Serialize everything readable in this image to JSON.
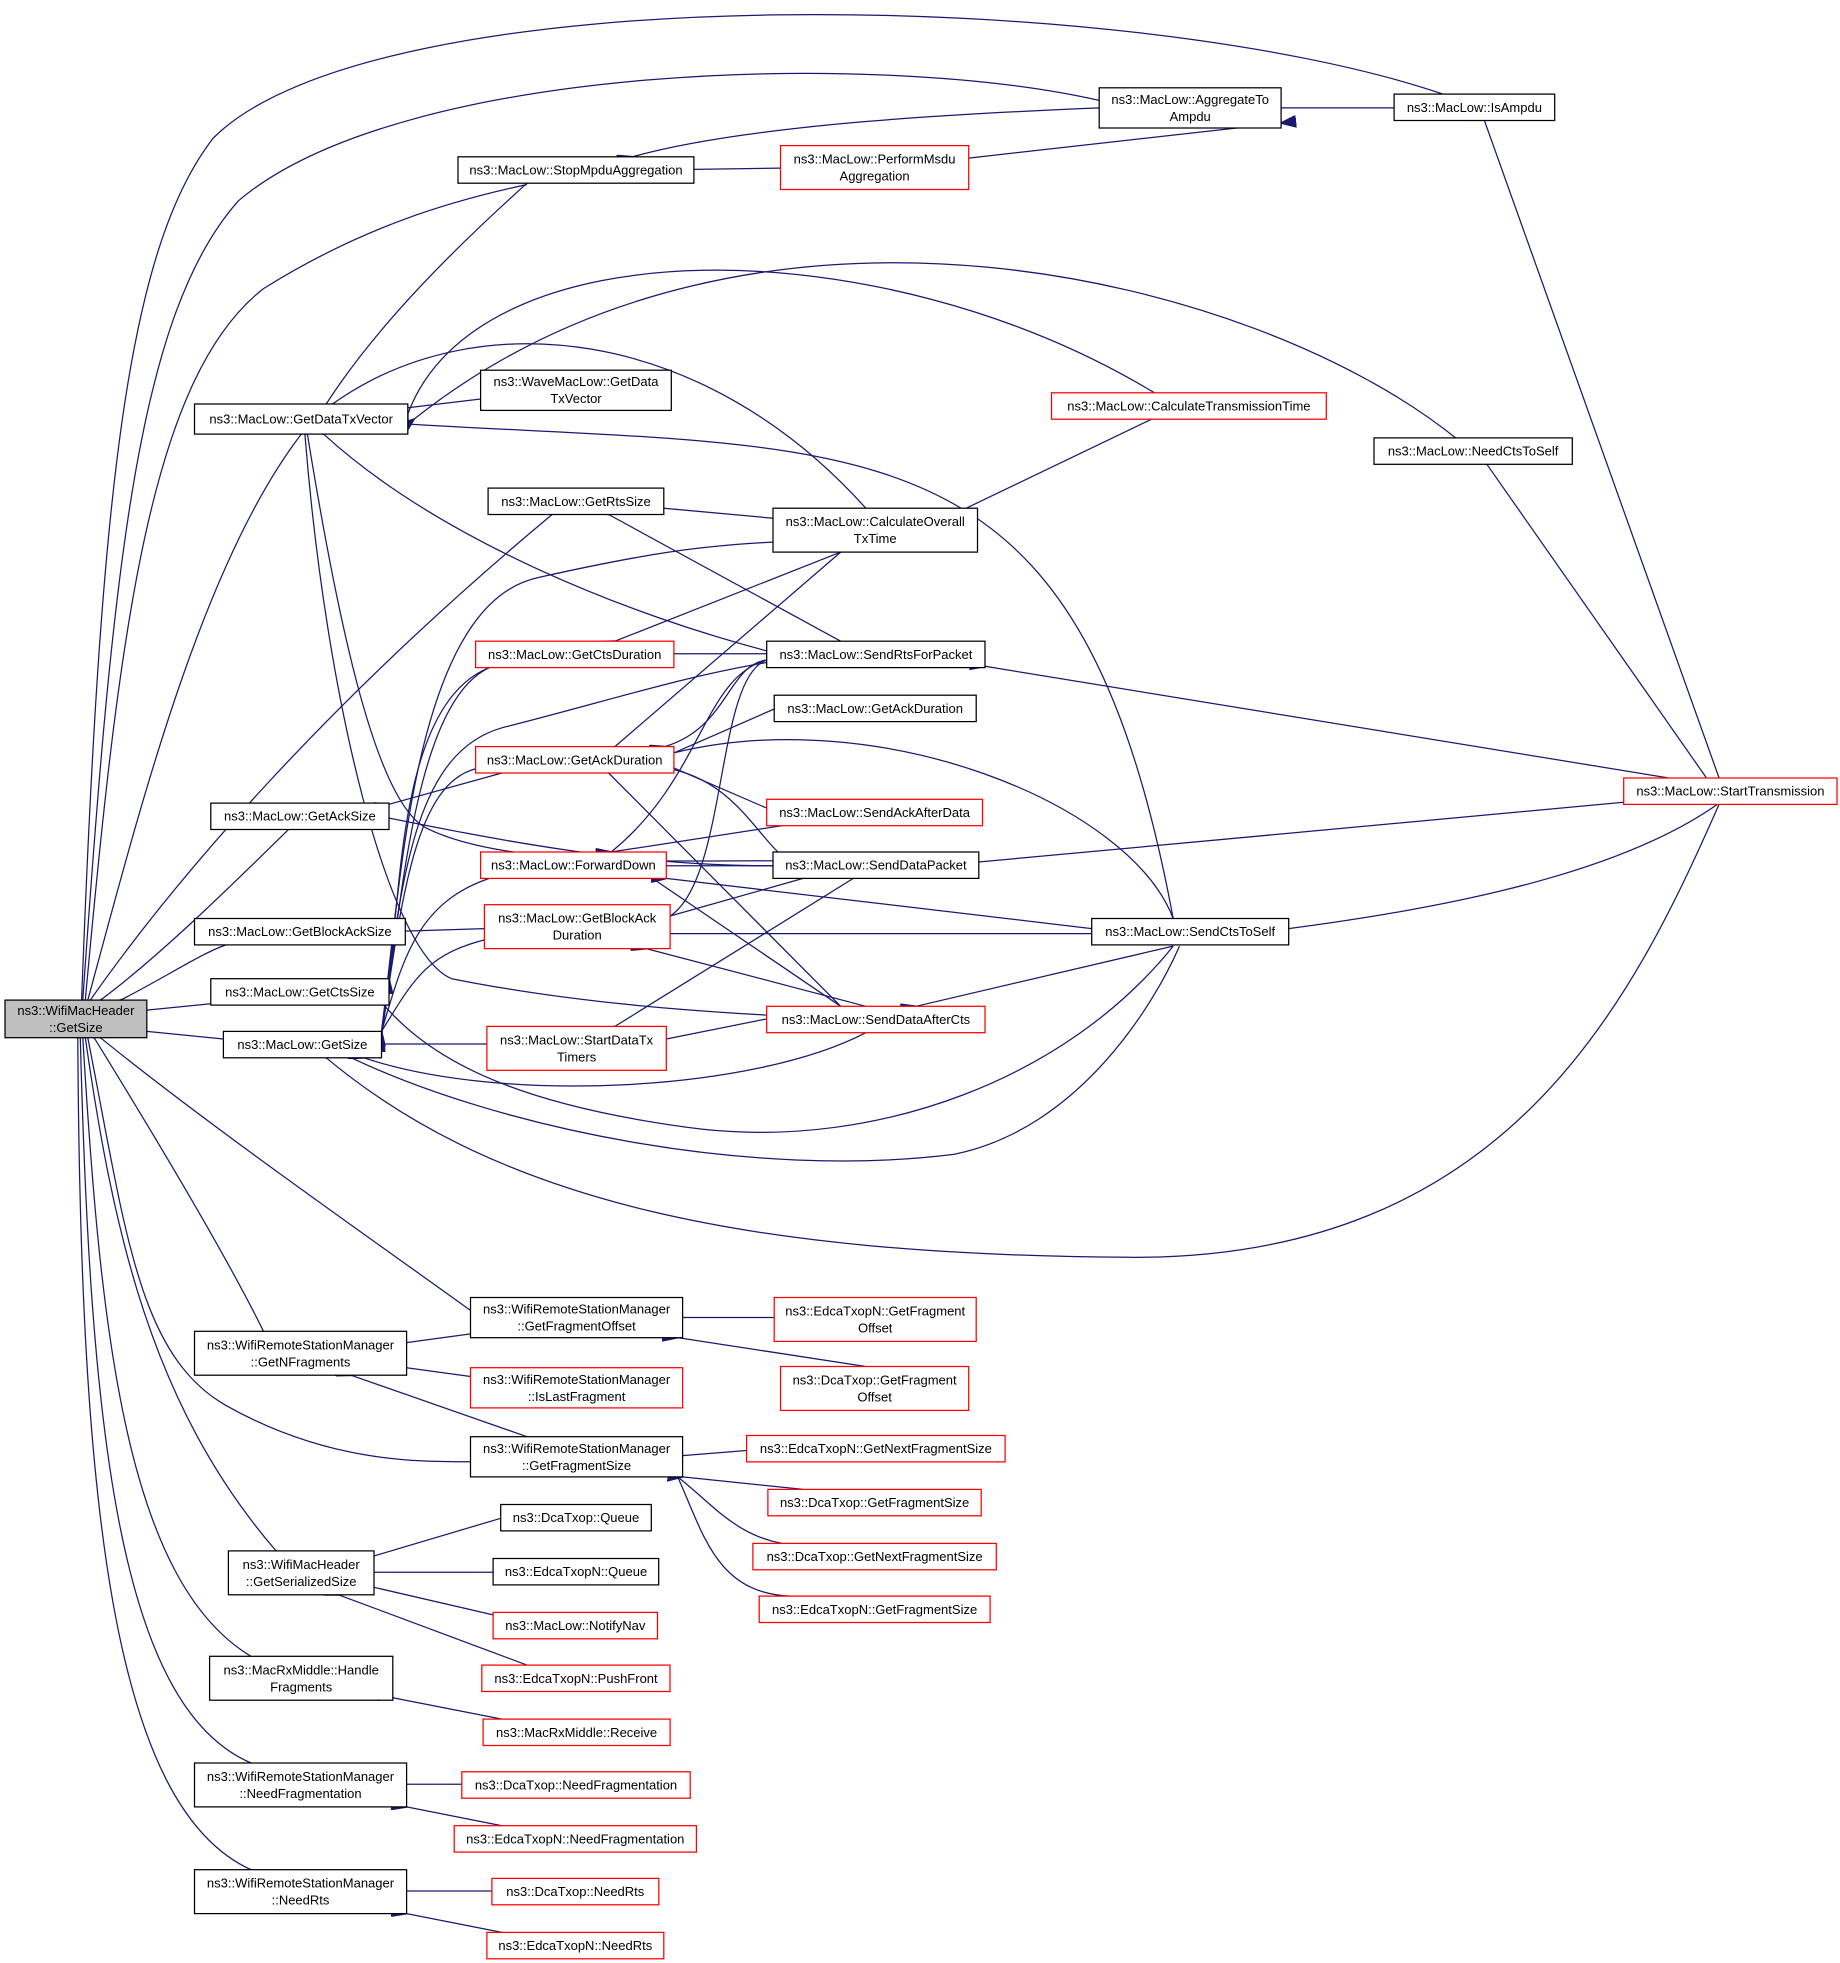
{
  "colors": {
    "edge": "#191970",
    "node_border": "#000000",
    "node_border_truncated": "#ff0000",
    "root_fill": "#bfbfbf"
  },
  "nodes": [
    {
      "id": "root",
      "lines": [
        "ns3::WifiMacHeader",
        "::GetSize"
      ],
      "style": "root"
    },
    {
      "id": "isampdu",
      "lines": [
        "ns3::MacLow::IsAmpdu"
      ],
      "style": "normal"
    },
    {
      "id": "aggregate",
      "lines": [
        "ns3::MacLow::AggregateTo",
        "Ampdu"
      ],
      "style": "normal"
    },
    {
      "id": "performmsdu",
      "lines": [
        "ns3::MacLow::PerformMsdu",
        "Aggregation"
      ],
      "style": "red"
    },
    {
      "id": "stopmpdu",
      "lines": [
        "ns3::MacLow::StopMpduAggregation"
      ],
      "style": "normal"
    },
    {
      "id": "wavetxvector",
      "lines": [
        "ns3::WaveMacLow::GetData",
        "TxVector"
      ],
      "style": "normal"
    },
    {
      "id": "getdatatxvector",
      "lines": [
        "ns3::MacLow::GetDataTxVector"
      ],
      "style": "normal"
    },
    {
      "id": "calctxtime",
      "lines": [
        "ns3::MacLow::CalculateTransmissionTime"
      ],
      "style": "red"
    },
    {
      "id": "needctstoself",
      "lines": [
        "ns3::MacLow::NeedCtsToSelf"
      ],
      "style": "normal"
    },
    {
      "id": "getrtssize",
      "lines": [
        "ns3::MacLow::GetRtsSize"
      ],
      "style": "normal"
    },
    {
      "id": "calcoverall",
      "lines": [
        "ns3::MacLow::CalculateOverall",
        "TxTime"
      ],
      "style": "normal"
    },
    {
      "id": "getctsduration",
      "lines": [
        "ns3::MacLow::GetCtsDuration"
      ],
      "style": "red"
    },
    {
      "id": "sendrts",
      "lines": [
        "ns3::MacLow::SendRtsForPacket"
      ],
      "style": "normal"
    },
    {
      "id": "getackduration2",
      "lines": [
        "ns3::MacLow::GetAckDuration"
      ],
      "style": "normal"
    },
    {
      "id": "getackduration",
      "lines": [
        "ns3::MacLow::GetAckDuration"
      ],
      "style": "red"
    },
    {
      "id": "starttx",
      "lines": [
        "ns3::MacLow::StartTransmission"
      ],
      "style": "red"
    },
    {
      "id": "getacksize",
      "lines": [
        "ns3::MacLow::GetAckSize"
      ],
      "style": "normal"
    },
    {
      "id": "sendackafter",
      "lines": [
        "ns3::MacLow::SendAckAfterData"
      ],
      "style": "red"
    },
    {
      "id": "forwarddown",
      "lines": [
        "ns3::MacLow::ForwardDown"
      ],
      "style": "red"
    },
    {
      "id": "senddatapacket",
      "lines": [
        "ns3::MacLow::SendDataPacket"
      ],
      "style": "normal"
    },
    {
      "id": "getblockacksize",
      "lines": [
        "ns3::MacLow::GetBlockAckSize"
      ],
      "style": "normal"
    },
    {
      "id": "getblockackduration",
      "lines": [
        "ns3::MacLow::GetBlockAck",
        "Duration"
      ],
      "style": "red"
    },
    {
      "id": "sendctstoself",
      "lines": [
        "ns3::MacLow::SendCtsToSelf"
      ],
      "style": "normal"
    },
    {
      "id": "getctssize",
      "lines": [
        "ns3::MacLow::GetCtsSize"
      ],
      "style": "normal"
    },
    {
      "id": "senddataafterctsl",
      "lines": [
        "ns3::MacLow::SendDataAfterCts"
      ],
      "style": "red"
    },
    {
      "id": "getsize",
      "lines": [
        "ns3::MacLow::GetSize"
      ],
      "style": "normal"
    },
    {
      "id": "startdatatx",
      "lines": [
        "ns3::MacLow::StartDataTx",
        "Timers"
      ],
      "style": "red"
    },
    {
      "id": "getfragoffset",
      "lines": [
        "ns3::WifiRemoteStationManager",
        "::GetFragmentOffset"
      ],
      "style": "normal"
    },
    {
      "id": "edcafragoffset",
      "lines": [
        "ns3::EdcaTxopN::GetFragment",
        "Offset"
      ],
      "style": "red"
    },
    {
      "id": "getnfrag",
      "lines": [
        "ns3::WifiRemoteStationManager",
        "::GetNFragments"
      ],
      "style": "normal"
    },
    {
      "id": "islastfrag",
      "lines": [
        "ns3::WifiRemoteStationManager",
        "::IsLastFragment"
      ],
      "style": "red"
    },
    {
      "id": "dcafragoffset",
      "lines": [
        "ns3::DcaTxop::GetFragment",
        "Offset"
      ],
      "style": "red"
    },
    {
      "id": "getfragsize",
      "lines": [
        "ns3::WifiRemoteStationManager",
        "::GetFragmentSize"
      ],
      "style": "normal"
    },
    {
      "id": "edcanextfragsize",
      "lines": [
        "ns3::EdcaTxopN::GetNextFragmentSize"
      ],
      "style": "red"
    },
    {
      "id": "dcafragsize",
      "lines": [
        "ns3::DcaTxop::GetFragmentSize"
      ],
      "style": "red"
    },
    {
      "id": "dcanextfragsize",
      "lines": [
        "ns3::DcaTxop::GetNextFragmentSize"
      ],
      "style": "red"
    },
    {
      "id": "edcafragsize",
      "lines": [
        "ns3::EdcaTxopN::GetFragmentSize"
      ],
      "style": "red"
    },
    {
      "id": "dcaqueue",
      "lines": [
        "ns3::DcaTxop::Queue"
      ],
      "style": "normal"
    },
    {
      "id": "serialsize",
      "lines": [
        "ns3::WifiMacHeader",
        "::GetSerializedSize"
      ],
      "style": "normal"
    },
    {
      "id": "edcaqueue",
      "lines": [
        "ns3::EdcaTxopN::Queue"
      ],
      "style": "normal"
    },
    {
      "id": "notifynav",
      "lines": [
        "ns3::MacLow::NotifyNav"
      ],
      "style": "red"
    },
    {
      "id": "pushfront",
      "lines": [
        "ns3::EdcaTxopN::PushFront"
      ],
      "style": "red"
    },
    {
      "id": "handlefrag",
      "lines": [
        "ns3::MacRxMiddle::Handle",
        "Fragments"
      ],
      "style": "normal"
    },
    {
      "id": "rxreceive",
      "lines": [
        "ns3::MacRxMiddle::Receive"
      ],
      "style": "red"
    },
    {
      "id": "needfrag",
      "lines": [
        "ns3::WifiRemoteStationManager",
        "::NeedFragmentation"
      ],
      "style": "normal"
    },
    {
      "id": "dcaneedfrag",
      "lines": [
        "ns3::DcaTxop::NeedFragmentation"
      ],
      "style": "red"
    },
    {
      "id": "edcaneedfrag",
      "lines": [
        "ns3::EdcaTxopN::NeedFragmentation"
      ],
      "style": "red"
    },
    {
      "id": "needrts",
      "lines": [
        "ns3::WifiRemoteStationManager",
        "::NeedRts"
      ],
      "style": "normal"
    },
    {
      "id": "dcaneedrts",
      "lines": [
        "ns3::DcaTxop::NeedRts"
      ],
      "style": "red"
    },
    {
      "id": "edcaneedrts",
      "lines": [
        "ns3::EdcaTxopN::NeedRts"
      ],
      "style": "red"
    }
  ]
}
